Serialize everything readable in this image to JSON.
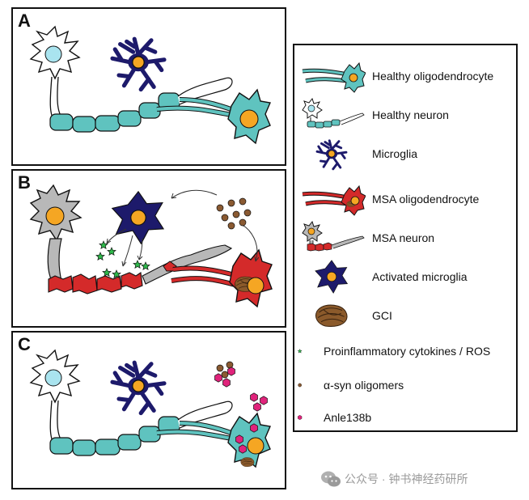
{
  "panels": [
    {
      "id": "A",
      "label": "A"
    },
    {
      "id": "B",
      "label": "B"
    },
    {
      "id": "C",
      "label": "C"
    }
  ],
  "legend": [
    {
      "icon": "healthy-oligodendrocyte-icon",
      "label": "Healthy oligodendrocyte"
    },
    {
      "icon": "healthy-neuron-icon",
      "label": "Healthy neuron"
    },
    {
      "icon": "microglia-icon",
      "label": "Microglia"
    },
    {
      "icon": "msa-oligodendrocyte-icon",
      "label": "MSA oligodendrocyte"
    },
    {
      "icon": "msa-neuron-icon",
      "label": "MSA neuron"
    },
    {
      "icon": "activated-microglia-icon",
      "label": "Activated microglia"
    },
    {
      "icon": "gci-icon",
      "label": "GCI"
    },
    {
      "icon": "star-icon",
      "label": "Proinflammatory cytokines / ROS"
    },
    {
      "icon": "oligomer-icon",
      "label": "α-syn oligomers"
    },
    {
      "icon": "hexagon-icon",
      "label": "Anle138b"
    }
  ],
  "colors": {
    "healthy_myelin": "#5fc3bf",
    "msa_myelin": "#d42a2a",
    "microglia": "#1d1a6b",
    "nucleus": "#f5a623",
    "neuron_nucleus": "#a9e4ef",
    "msa_neuron": "#b8b8b8",
    "oligomer": "#8a5a32",
    "gci": "#8b5a2b",
    "star": "#2eb84a",
    "anle": "#e0237b"
  },
  "watermark": {
    "icon": "wechat-icon",
    "text": "公众号 · 钟书神经药研所"
  }
}
